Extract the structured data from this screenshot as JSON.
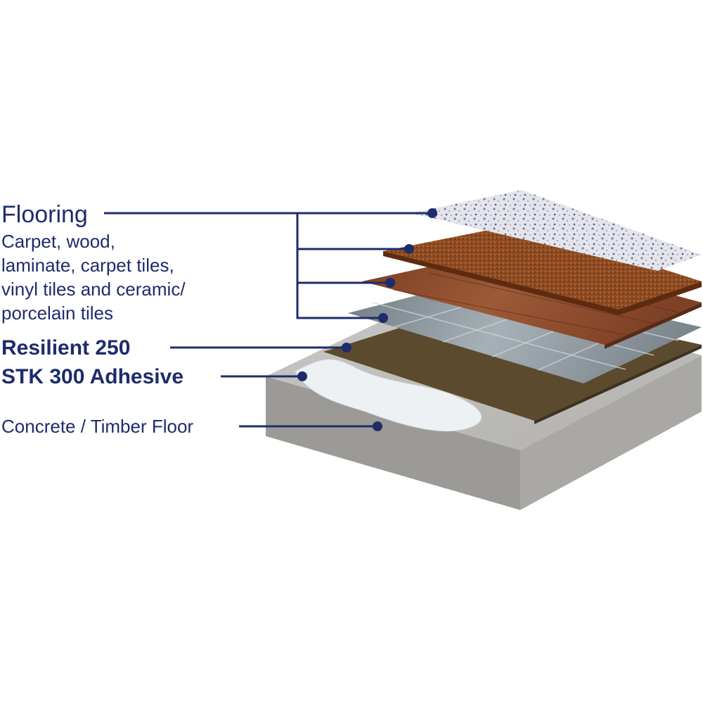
{
  "labels": {
    "flooring_title": "Flooring",
    "flooring_desc": "Carpet, wood,\nlaminate, carpet tiles,\nvinyl tiles and ceramic/\nporcelain tiles",
    "resilient": "Resilient 250",
    "adhesive": "STK 300 Adhesive",
    "substrate": "Concrete / Timber Floor"
  },
  "colors": {
    "label_text": "#1e2c6b",
    "leader_line": "#1e2c6b",
    "concrete": "#a9a8a4",
    "carpet": "#8e4b22",
    "wood": "#8a4a2c",
    "tile": "#8b949a",
    "underlay": "#5b4a2e",
    "adhesive": "#eceff1",
    "terrazzo": "#d9dae2"
  }
}
